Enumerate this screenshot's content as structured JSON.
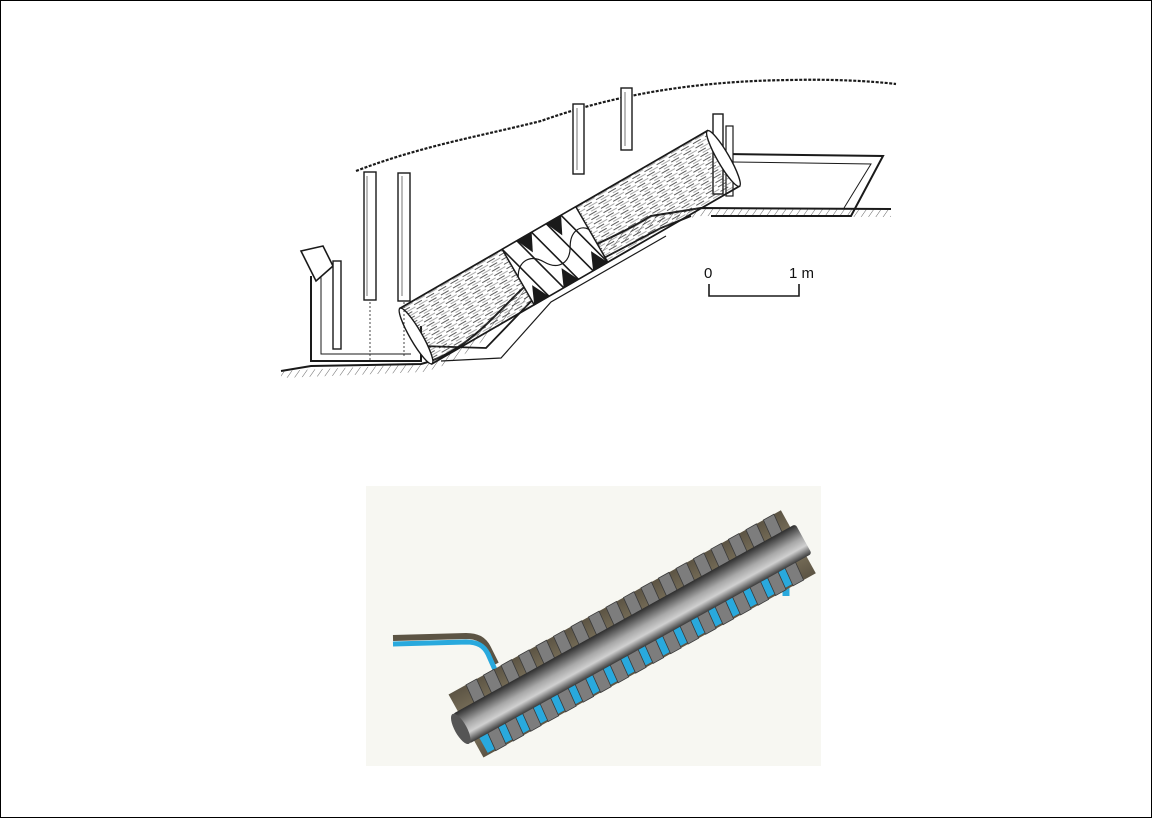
{
  "scale_bar": {
    "start_label": "0",
    "end_label": "1 m"
  },
  "colors": {
    "frame": "#000000",
    "ink": "#1a1a1a",
    "water": "#29a9dd",
    "bronze": "#857b63",
    "bronze_dark": "#5c5444",
    "shaft_dark": "#2e2e2e",
    "shaft_light": "#9a9a9a",
    "render_bg": "#f7f7f2"
  },
  "icons": [
    "archimedes-screw-sketch",
    "archimedes-screw-rendering"
  ]
}
